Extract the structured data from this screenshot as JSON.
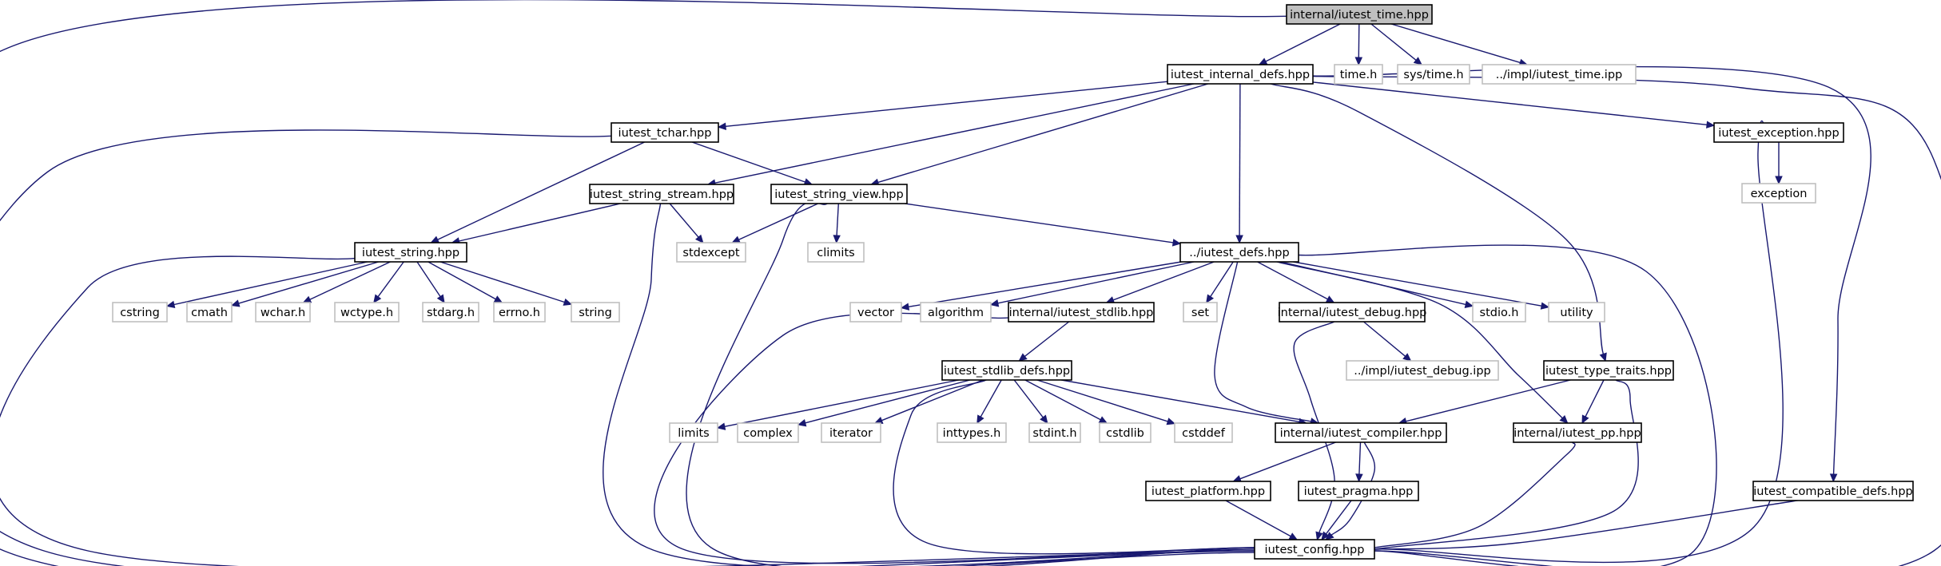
{
  "colors": {
    "edge": "#191970",
    "focus_fill": "#bfbfbf",
    "focus_border": "#000000",
    "local_border": "#000000",
    "system_border": "#bfbfbf",
    "node_fill": "#ffffff"
  },
  "nodes": [
    {
      "id": "time_hpp",
      "label": "internal/iutest_time.hpp",
      "kind": "focus"
    },
    {
      "id": "internal_defs",
      "label": "iutest_internal_defs.hpp",
      "kind": "local"
    },
    {
      "id": "time_h",
      "label": "time.h",
      "kind": "system"
    },
    {
      "id": "sys_time_h",
      "label": "sys/time.h",
      "kind": "system"
    },
    {
      "id": "time_ipp",
      "label": "../impl/iutest_time.ipp",
      "kind": "system"
    },
    {
      "id": "tchar",
      "label": "iutest_tchar.hpp",
      "kind": "local"
    },
    {
      "id": "exception_hpp",
      "label": "iutest_exception.hpp",
      "kind": "local"
    },
    {
      "id": "exception",
      "label": "exception",
      "kind": "system"
    },
    {
      "id": "string_stream",
      "label": "iutest_string_stream.hpp",
      "kind": "local"
    },
    {
      "id": "string_view",
      "label": "iutest_string_view.hpp",
      "kind": "local"
    },
    {
      "id": "stdexcept",
      "label": "stdexcept",
      "kind": "system"
    },
    {
      "id": "climits",
      "label": "climits",
      "kind": "system"
    },
    {
      "id": "string_hpp",
      "label": "iutest_string.hpp",
      "kind": "local"
    },
    {
      "id": "defs",
      "label": "../iutest_defs.hpp",
      "kind": "local"
    },
    {
      "id": "cstring",
      "label": "cstring",
      "kind": "system"
    },
    {
      "id": "cmath",
      "label": "cmath",
      "kind": "system"
    },
    {
      "id": "wchar",
      "label": "wchar.h",
      "kind": "system"
    },
    {
      "id": "wctype",
      "label": "wctype.h",
      "kind": "system"
    },
    {
      "id": "stdarg",
      "label": "stdarg.h",
      "kind": "system"
    },
    {
      "id": "errno",
      "label": "errno.h",
      "kind": "system"
    },
    {
      "id": "string",
      "label": "string",
      "kind": "system"
    },
    {
      "id": "vector",
      "label": "vector",
      "kind": "system"
    },
    {
      "id": "algorithm",
      "label": "algorithm",
      "kind": "system"
    },
    {
      "id": "stdlib_hpp",
      "label": "internal/iutest_stdlib.hpp",
      "kind": "local"
    },
    {
      "id": "set",
      "label": "set",
      "kind": "system"
    },
    {
      "id": "debug_hpp",
      "label": "internal/iutest_debug.hpp",
      "kind": "local"
    },
    {
      "id": "stdio",
      "label": "stdio.h",
      "kind": "system"
    },
    {
      "id": "utility",
      "label": "utility",
      "kind": "system"
    },
    {
      "id": "debug_ipp",
      "label": "../impl/iutest_debug.ipp",
      "kind": "system"
    },
    {
      "id": "stdlib_defs",
      "label": "iutest_stdlib_defs.hpp",
      "kind": "local"
    },
    {
      "id": "type_traits",
      "label": "iutest_type_traits.hpp",
      "kind": "local"
    },
    {
      "id": "limits",
      "label": "limits",
      "kind": "system"
    },
    {
      "id": "complex",
      "label": "complex",
      "kind": "system"
    },
    {
      "id": "iterator",
      "label": "iterator",
      "kind": "system"
    },
    {
      "id": "inttypes",
      "label": "inttypes.h",
      "kind": "system"
    },
    {
      "id": "stdint",
      "label": "stdint.h",
      "kind": "system"
    },
    {
      "id": "cstdlib",
      "label": "cstdlib",
      "kind": "system"
    },
    {
      "id": "cstddef",
      "label": "cstddef",
      "kind": "system"
    },
    {
      "id": "compiler",
      "label": "internal/iutest_compiler.hpp",
      "kind": "local"
    },
    {
      "id": "pp",
      "label": "internal/iutest_pp.hpp",
      "kind": "local"
    },
    {
      "id": "platform",
      "label": "iutest_platform.hpp",
      "kind": "local"
    },
    {
      "id": "pragma",
      "label": "iutest_pragma.hpp",
      "kind": "local"
    },
    {
      "id": "compatible",
      "label": "iutest_compatible_defs.hpp",
      "kind": "local"
    },
    {
      "id": "config",
      "label": "iutest_config.hpp",
      "kind": "local"
    }
  ],
  "edges": [
    {
      "from": "time_hpp",
      "to": "internal_defs"
    },
    {
      "from": "time_hpp",
      "to": "time_h"
    },
    {
      "from": "time_hpp",
      "to": "sys_time_h"
    },
    {
      "from": "time_hpp",
      "to": "time_ipp"
    },
    {
      "from": "time_hpp",
      "to": "config"
    },
    {
      "from": "internal_defs",
      "to": "tchar"
    },
    {
      "from": "internal_defs",
      "to": "string_stream"
    },
    {
      "from": "internal_defs",
      "to": "string_view"
    },
    {
      "from": "internal_defs",
      "to": "defs"
    },
    {
      "from": "internal_defs",
      "to": "type_traits"
    },
    {
      "from": "internal_defs",
      "to": "exception_hpp"
    },
    {
      "from": "internal_defs",
      "to": "compatible"
    },
    {
      "from": "internal_defs",
      "to": "config"
    },
    {
      "from": "tchar",
      "to": "string_hpp"
    },
    {
      "from": "tchar",
      "to": "string_view"
    },
    {
      "from": "tchar",
      "to": "config"
    },
    {
      "from": "exception_hpp",
      "to": "exception"
    },
    {
      "from": "exception_hpp",
      "to": "config"
    },
    {
      "from": "string_stream",
      "to": "string_hpp"
    },
    {
      "from": "string_stream",
      "to": "stdexcept"
    },
    {
      "from": "string_stream",
      "to": "config"
    },
    {
      "from": "string_view",
      "to": "stdexcept"
    },
    {
      "from": "string_view",
      "to": "climits"
    },
    {
      "from": "string_view",
      "to": "defs"
    },
    {
      "from": "string_view",
      "to": "config"
    },
    {
      "from": "string_hpp",
      "to": "cstring"
    },
    {
      "from": "string_hpp",
      "to": "cmath"
    },
    {
      "from": "string_hpp",
      "to": "wchar"
    },
    {
      "from": "string_hpp",
      "to": "wctype"
    },
    {
      "from": "string_hpp",
      "to": "stdarg"
    },
    {
      "from": "string_hpp",
      "to": "errno"
    },
    {
      "from": "string_hpp",
      "to": "string"
    },
    {
      "from": "string_hpp",
      "to": "config"
    },
    {
      "from": "defs",
      "to": "vector"
    },
    {
      "from": "defs",
      "to": "algorithm"
    },
    {
      "from": "defs",
      "to": "stdlib_hpp"
    },
    {
      "from": "defs",
      "to": "set"
    },
    {
      "from": "defs",
      "to": "debug_hpp"
    },
    {
      "from": "defs",
      "to": "stdio"
    },
    {
      "from": "defs",
      "to": "utility"
    },
    {
      "from": "defs",
      "to": "compiler"
    },
    {
      "from": "defs",
      "to": "pp"
    },
    {
      "from": "defs",
      "to": "config"
    },
    {
      "from": "stdlib_hpp",
      "to": "stdlib_defs"
    },
    {
      "from": "stdlib_hpp",
      "to": "config"
    },
    {
      "from": "debug_hpp",
      "to": "debug_ipp"
    },
    {
      "from": "debug_hpp",
      "to": "config"
    },
    {
      "from": "stdlib_defs",
      "to": "limits"
    },
    {
      "from": "stdlib_defs",
      "to": "complex"
    },
    {
      "from": "stdlib_defs",
      "to": "iterator"
    },
    {
      "from": "stdlib_defs",
      "to": "inttypes"
    },
    {
      "from": "stdlib_defs",
      "to": "stdint"
    },
    {
      "from": "stdlib_defs",
      "to": "cstdlib"
    },
    {
      "from": "stdlib_defs",
      "to": "cstddef"
    },
    {
      "from": "stdlib_defs",
      "to": "compiler"
    },
    {
      "from": "stdlib_defs",
      "to": "config"
    },
    {
      "from": "type_traits",
      "to": "compiler"
    },
    {
      "from": "type_traits",
      "to": "pp"
    },
    {
      "from": "type_traits",
      "to": "config"
    },
    {
      "from": "compiler",
      "to": "platform"
    },
    {
      "from": "compiler",
      "to": "pragma"
    },
    {
      "from": "compiler",
      "to": "config"
    },
    {
      "from": "pp",
      "to": "config"
    },
    {
      "from": "platform",
      "to": "config"
    },
    {
      "from": "pragma",
      "to": "config"
    },
    {
      "from": "compatible",
      "to": "config"
    }
  ]
}
